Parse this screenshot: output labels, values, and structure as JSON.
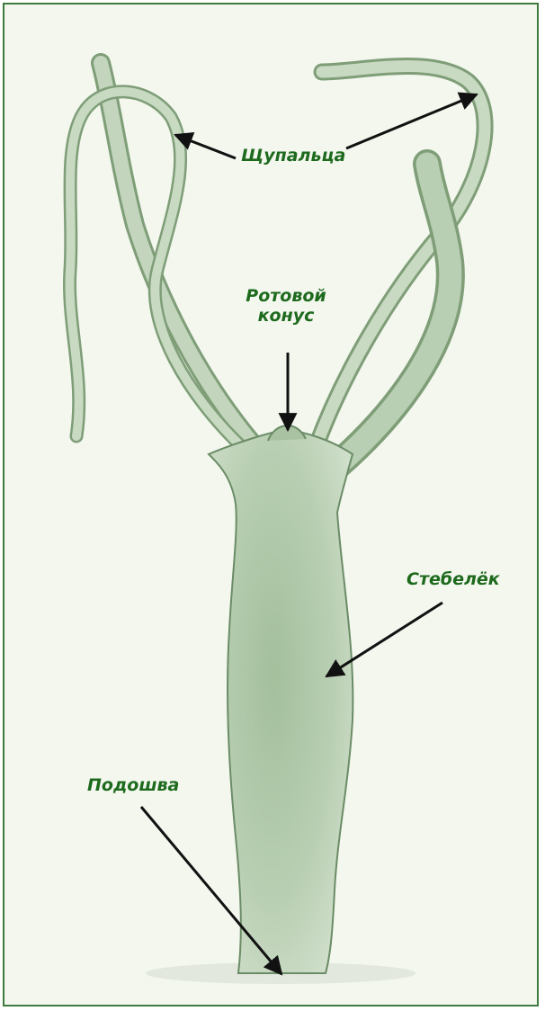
{
  "labels": {
    "tentacles": "Щупальца",
    "mouth_cone_line1": "Ротовой",
    "mouth_cone_line2": "конус",
    "stalk": "Стебелёк",
    "foot": "Подошва"
  },
  "colors": {
    "label": "#1d6a1d",
    "frame": "#3f7a3f",
    "background": "#f3f7ee",
    "body_fill": "#b7cdb0",
    "body_stroke": "#6b8c66",
    "arrow": "#111111"
  },
  "icons": {
    "arrowheads": "filled-triangle"
  }
}
